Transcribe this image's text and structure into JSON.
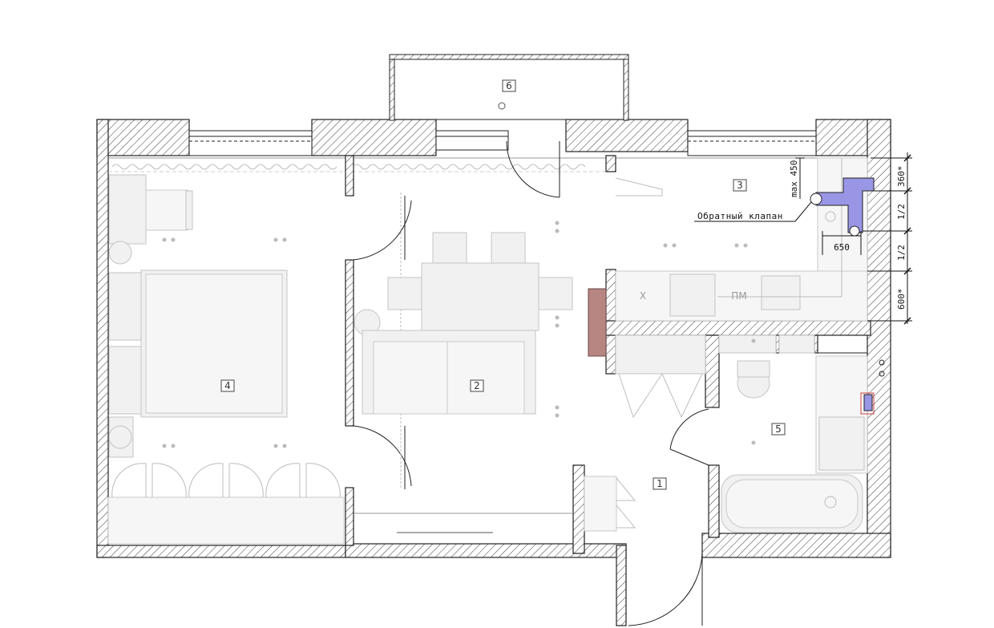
{
  "rooms": [
    {
      "id": "1",
      "label": "1"
    },
    {
      "id": "2",
      "label": "2"
    },
    {
      "id": "3",
      "label": "3"
    },
    {
      "id": "4",
      "label": "4"
    },
    {
      "id": "5",
      "label": "5"
    },
    {
      "id": "6",
      "label": "6"
    }
  ],
  "kitchen": {
    "fridge_mark": "Х",
    "dishwasher_mark": "ПМ"
  },
  "annotations": {
    "check_valve": "Обратный клапан",
    "max_height": "max 450",
    "width_650": "650"
  },
  "dimensions": {
    "top": "360*",
    "half_1": "1/2",
    "half_2": "1/2",
    "bottom": "600*"
  },
  "colors": {
    "duct": "#9a96e6",
    "tv_panel": "#b88682",
    "wall_line": "#222222"
  }
}
